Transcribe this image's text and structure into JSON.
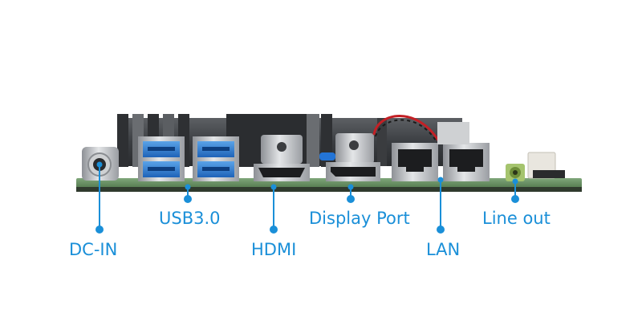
{
  "accent_color": "#1a8fd8",
  "ports": [
    {
      "id": "dc-in",
      "label": "DC-IN"
    },
    {
      "id": "usb",
      "label": "USB3.0"
    },
    {
      "id": "hdmi",
      "label": "HDMI"
    },
    {
      "id": "displayport",
      "label": "Display Port"
    },
    {
      "id": "lan",
      "label": "LAN"
    },
    {
      "id": "line-out",
      "label": "Line out"
    }
  ]
}
